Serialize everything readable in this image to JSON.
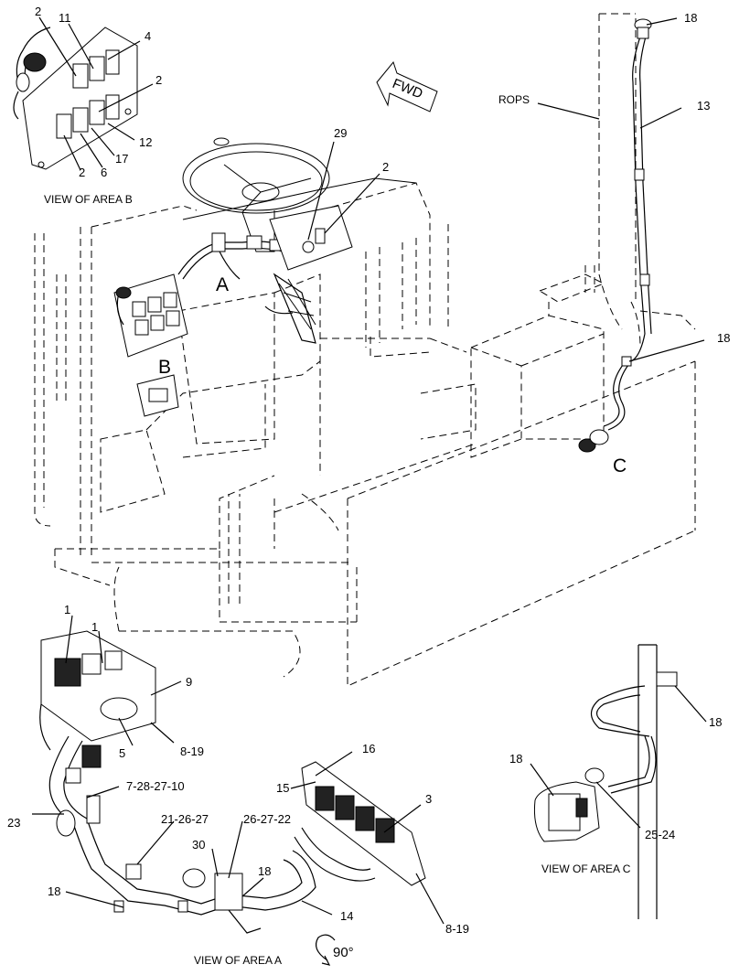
{
  "labels": {
    "fwd": "FWD",
    "rops": "ROPS",
    "area_a": "A",
    "area_b": "B",
    "area_c": "C",
    "rotate": "90°",
    "view_a": "VIEW OF AREA A",
    "view_b": "VIEW OF AREA B",
    "view_c": "VIEW OF AREA C"
  },
  "callouts": {
    "b_2a": "2",
    "b_11": "11",
    "b_4": "4",
    "b_2b": "2",
    "b_12": "12",
    "b_17": "17",
    "b_6": "6",
    "b_2c": "2",
    "m_29": "29",
    "m_2": "2",
    "m_18a": "18",
    "m_13": "13",
    "m_18b": "18",
    "a_1a": "1",
    "a_1b": "1",
    "a_9": "9",
    "a_5": "5",
    "a_819a": "8-19",
    "a_728": "7-28-27-10",
    "a_23": "23",
    "a_212627": "21-26-27",
    "a_262722": "26-27-22",
    "a_30": "30",
    "a_18a": "18",
    "a_18b": "18",
    "a_14": "14",
    "a_16": "16",
    "a_15": "15",
    "a_3": "3",
    "a_819b": "8-19",
    "c_18a": "18",
    "c_18b": "18",
    "c_2524": "25-24"
  }
}
